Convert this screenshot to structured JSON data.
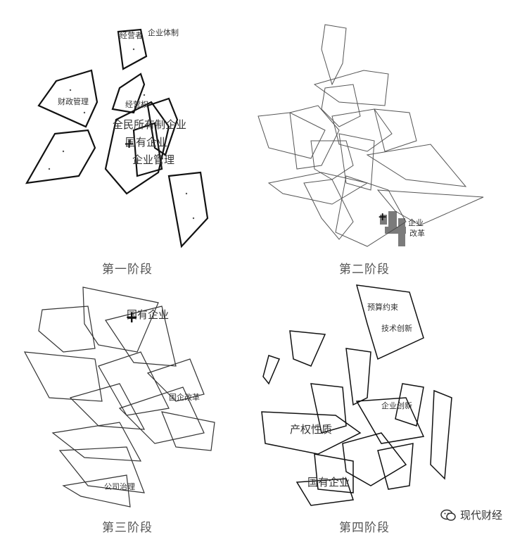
{
  "panels": [
    {
      "caption": "第一阶段",
      "labels": {
        "l1": "经营者",
        "l2": "企业体制",
        "l3": "财政管理",
        "l4": "经营权",
        "l5": "全民所有制企业",
        "l6": "国有企业",
        "l7": "企业管理"
      }
    },
    {
      "caption": "第二阶段",
      "labels": {
        "l1": "企业",
        "l2": "改革"
      }
    },
    {
      "caption": "第三阶段",
      "labels": {
        "l1": "国有企业",
        "l2": "国企改革",
        "l3": "公司治理"
      }
    },
    {
      "caption": "第四阶段",
      "labels": {
        "l1": "预算约束",
        "l2": "技术创新",
        "l3": "产权性质",
        "l4": "国有企业",
        "l5": "企业创新"
      }
    }
  ],
  "watermark": {
    "text": "现代财经",
    "icon": "wechat-icon"
  }
}
